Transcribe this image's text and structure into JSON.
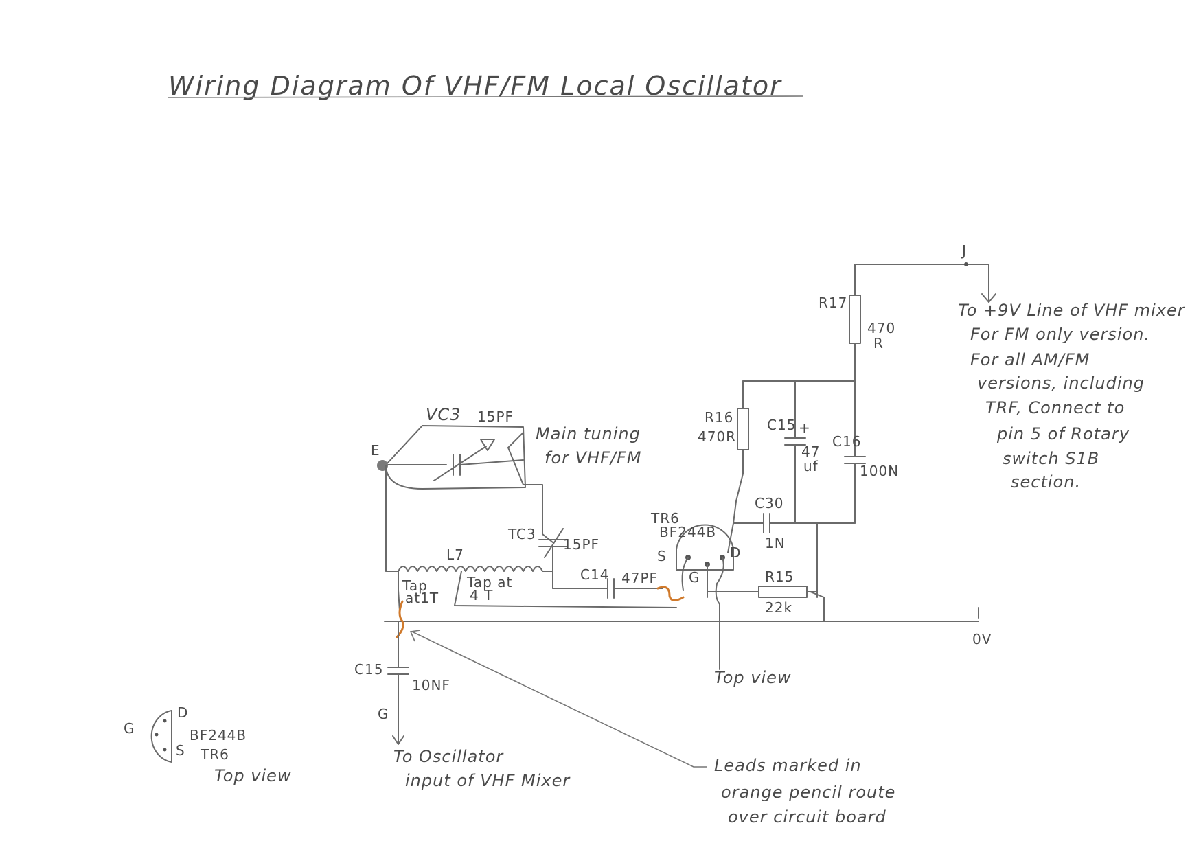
{
  "title": "Wiring Diagram Of VHF/FM Local Oscillator",
  "components": {
    "vc3": {
      "ref": "VC3",
      "value": "15PF",
      "note_line1": "Main tuning",
      "note_line2": "for VHF/FM"
    },
    "tc3": {
      "ref": "TC3",
      "value": "15PF"
    },
    "l7": {
      "ref": "L7",
      "tap1_line1": "Tap",
      "tap1_line2": "at1T",
      "tap2_line1": "Tap at",
      "tap2_line2": "4 T"
    },
    "c14": {
      "ref": "C14",
      "value": "47PF"
    },
    "tr6": {
      "ref": "TR6",
      "type": "BF244B",
      "pin_s": "S",
      "pin_d": "D",
      "pin_g": "G"
    },
    "r15": {
      "ref": "R15",
      "value": "22k"
    },
    "r16": {
      "ref": "R16",
      "value": "470R"
    },
    "r17": {
      "ref": "R17",
      "value_line1": "470",
      "value_line2": "R"
    },
    "c15_top": {
      "ref": "C15",
      "value_line1": "47",
      "value_line2": "uf",
      "polarity": "+"
    },
    "c16": {
      "ref": "C16",
      "value": "100N"
    },
    "c30": {
      "ref": "C30",
      "value": "1N"
    },
    "c15_bottom": {
      "ref": "C15",
      "value": "10NF"
    }
  },
  "nodes": {
    "e": "E",
    "j": "J",
    "g": "G",
    "zero_v_mark": "I",
    "zero_v": "0V"
  },
  "notes": {
    "supply": [
      "To +9V Line of VHF mixer",
      "For FM only version.",
      "For all AM/FM",
      "versions, including",
      "TRF, Connect to",
      "pin 5 of Rotary",
      "switch S1B",
      "section."
    ],
    "output": [
      "To Oscillator",
      "input of VHF Mixer"
    ],
    "leads": [
      "Leads marked in",
      "orange pencil route",
      "over circuit board"
    ],
    "top_view_mid": "Top view"
  },
  "pinout": {
    "g": "G",
    "d": "D",
    "s": "S",
    "type": "BF244B",
    "ref": "TR6",
    "caption": "Top view"
  },
  "colors": {
    "pencil": "#6a6a6a",
    "orange_leads": "#d07a2c",
    "paper": "#ffffff"
  }
}
